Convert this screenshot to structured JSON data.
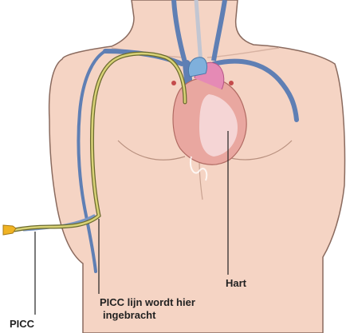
{
  "labels": {
    "picc": "PICC",
    "insertion_line1": "PICC lijn wordt hier",
    "insertion_line2": "ingebracht",
    "heart": "Hart"
  },
  "colors": {
    "skin": "#f5d4c4",
    "skin_outline": "#8a6a5e",
    "vein_blue": "#5f7fb4",
    "catheter": "#c9c25a",
    "heart_red": "#e9a7a0",
    "heart_pink": "#e58ab5",
    "leader_line": "#222222"
  }
}
